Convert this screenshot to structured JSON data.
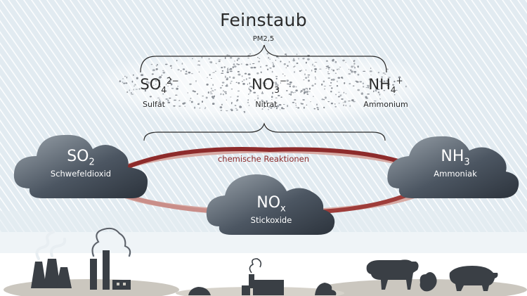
{
  "title": "Feinstaub",
  "subtitle": "PM2,5",
  "particles": [
    {
      "base": "SO",
      "sub": "4",
      "sup": "2−",
      "name": "Sulfat"
    },
    {
      "base": "NO",
      "sub": "3",
      "sup": "−",
      "name": "Nitrat"
    },
    {
      "base": "NH",
      "sub": "4",
      "sup": "+",
      "name": "Ammonium"
    }
  ],
  "gases": [
    {
      "base": "SO",
      "sub": "2",
      "name": "Schwefeldioxid"
    },
    {
      "base": "NO",
      "sub": "x",
      "name": "Stickoxide"
    },
    {
      "base": "NH",
      "sub": "3",
      "name": "Ammoniak"
    }
  ],
  "reaction_label": "chemische Reaktionen",
  "colors": {
    "sky": "#dbe7ee",
    "cloud_dark": "#3d4651",
    "cloud_light": "#8b949c",
    "ring": "#8d2b2b",
    "ring_light": "#d9a9a4",
    "ground": "#c9c5bd",
    "silhouette": "#3a3f45"
  },
  "icons": [
    "factory-icon",
    "power-plant-icon",
    "car-icon",
    "truck-icon",
    "cow-icon",
    "chicken-icon",
    "pig-icon"
  ]
}
